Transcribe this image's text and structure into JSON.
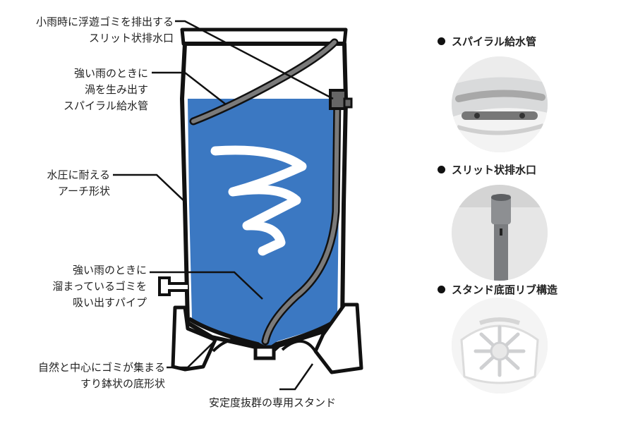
{
  "callouts": {
    "slit_outlet": [
      "小雨時に浮遊ゴミを排出する",
      "スリット状排水口"
    ],
    "spiral_inlet": [
      "強い雨のときに",
      "渦を生み出す",
      "スパイラル給水管"
    ],
    "arch_shape": [
      "水圧に耐える",
      "アーチ形状"
    ],
    "suction_pipe": [
      "強い雨のときに",
      "溜まっているゴミを",
      "吸い出すパイプ"
    ],
    "bowl_bottom": [
      "自然と中心にゴミが集まる",
      "すり鉢状の底形状"
    ],
    "stand": "安定度抜群の専用スタンド"
  },
  "legend": {
    "spiral_inlet": "スパイラル給水管",
    "slit_outlet": "スリット状排水口",
    "stand_ribs": "スタンド底面リブ構造"
  },
  "colors": {
    "water": "#3b78c2",
    "outline": "#111111",
    "pipe": "#555555",
    "text": "#222222"
  }
}
